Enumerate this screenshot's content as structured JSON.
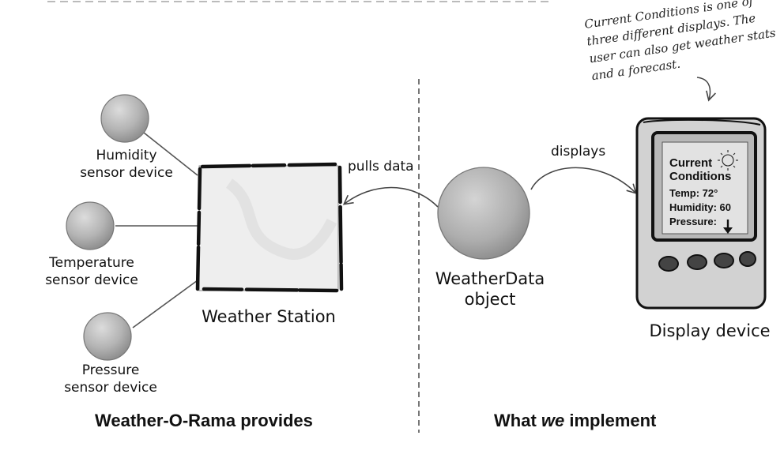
{
  "annotation": {
    "lines": [
      "Current Conditions is  one of",
      "three different displays. The",
      "user can also get weather stats",
      "and a forecast."
    ]
  },
  "sensors": [
    {
      "label": "Humidity\nsensor device"
    },
    {
      "label": "Temperature\nsensor device"
    },
    {
      "label": "Pressure\nsensor device"
    }
  ],
  "weather_station": {
    "label": "Weather Station"
  },
  "weather_data": {
    "label": "WeatherData\nobject"
  },
  "edges": {
    "pulls": "pulls data",
    "displays": "displays"
  },
  "display_device": {
    "label": "Display device",
    "screen": {
      "title_line1": "Current",
      "title_line2": "Conditions",
      "temp": "Temp: 72°",
      "humidity": "Humidity: 60",
      "pressure": "Pressure:"
    }
  },
  "sections": {
    "left": "Weather-O-Rama provides",
    "right_prefix": "What ",
    "right_emphasis": "we",
    "right_suffix": " implement"
  },
  "colors": {
    "sphere": "#b4b4b4",
    "box_fill": "#efefef",
    "device_body": "#d2d2d2",
    "screen": "#e2e2e2"
  }
}
